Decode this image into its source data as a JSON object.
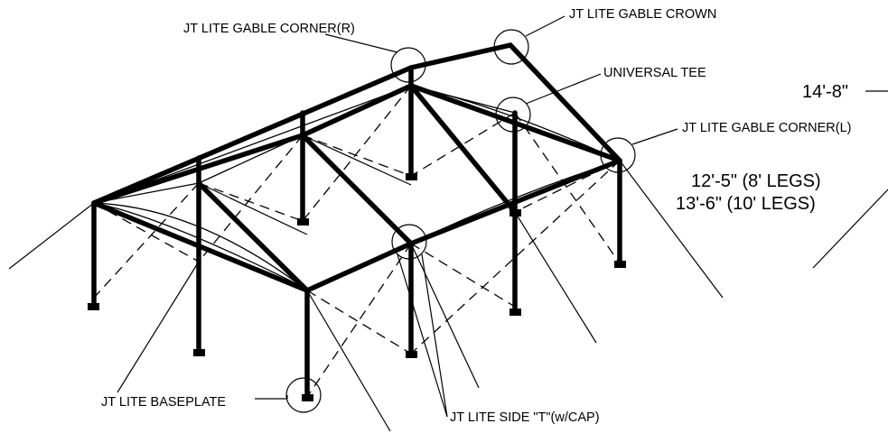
{
  "labels": {
    "gable_corner_r": "JT LITE GABLE CORNER(R)",
    "gable_crown": "JT LITE GABLE CROWN",
    "universal_tee": "UNIVERSAL TEE",
    "gable_corner_l": "JT LITE GABLE CORNER(L)",
    "baseplate": "JT LITE BASEPLATE",
    "side_t": "JT LITE SIDE \"T\"(w/CAP)"
  },
  "dimensions": {
    "peak_height": "14'-8\"",
    "height_8ft_legs": "12'-5\" (8' LEGS)",
    "height_10ft_legs": "13'-6\" (10' LEGS)"
  }
}
